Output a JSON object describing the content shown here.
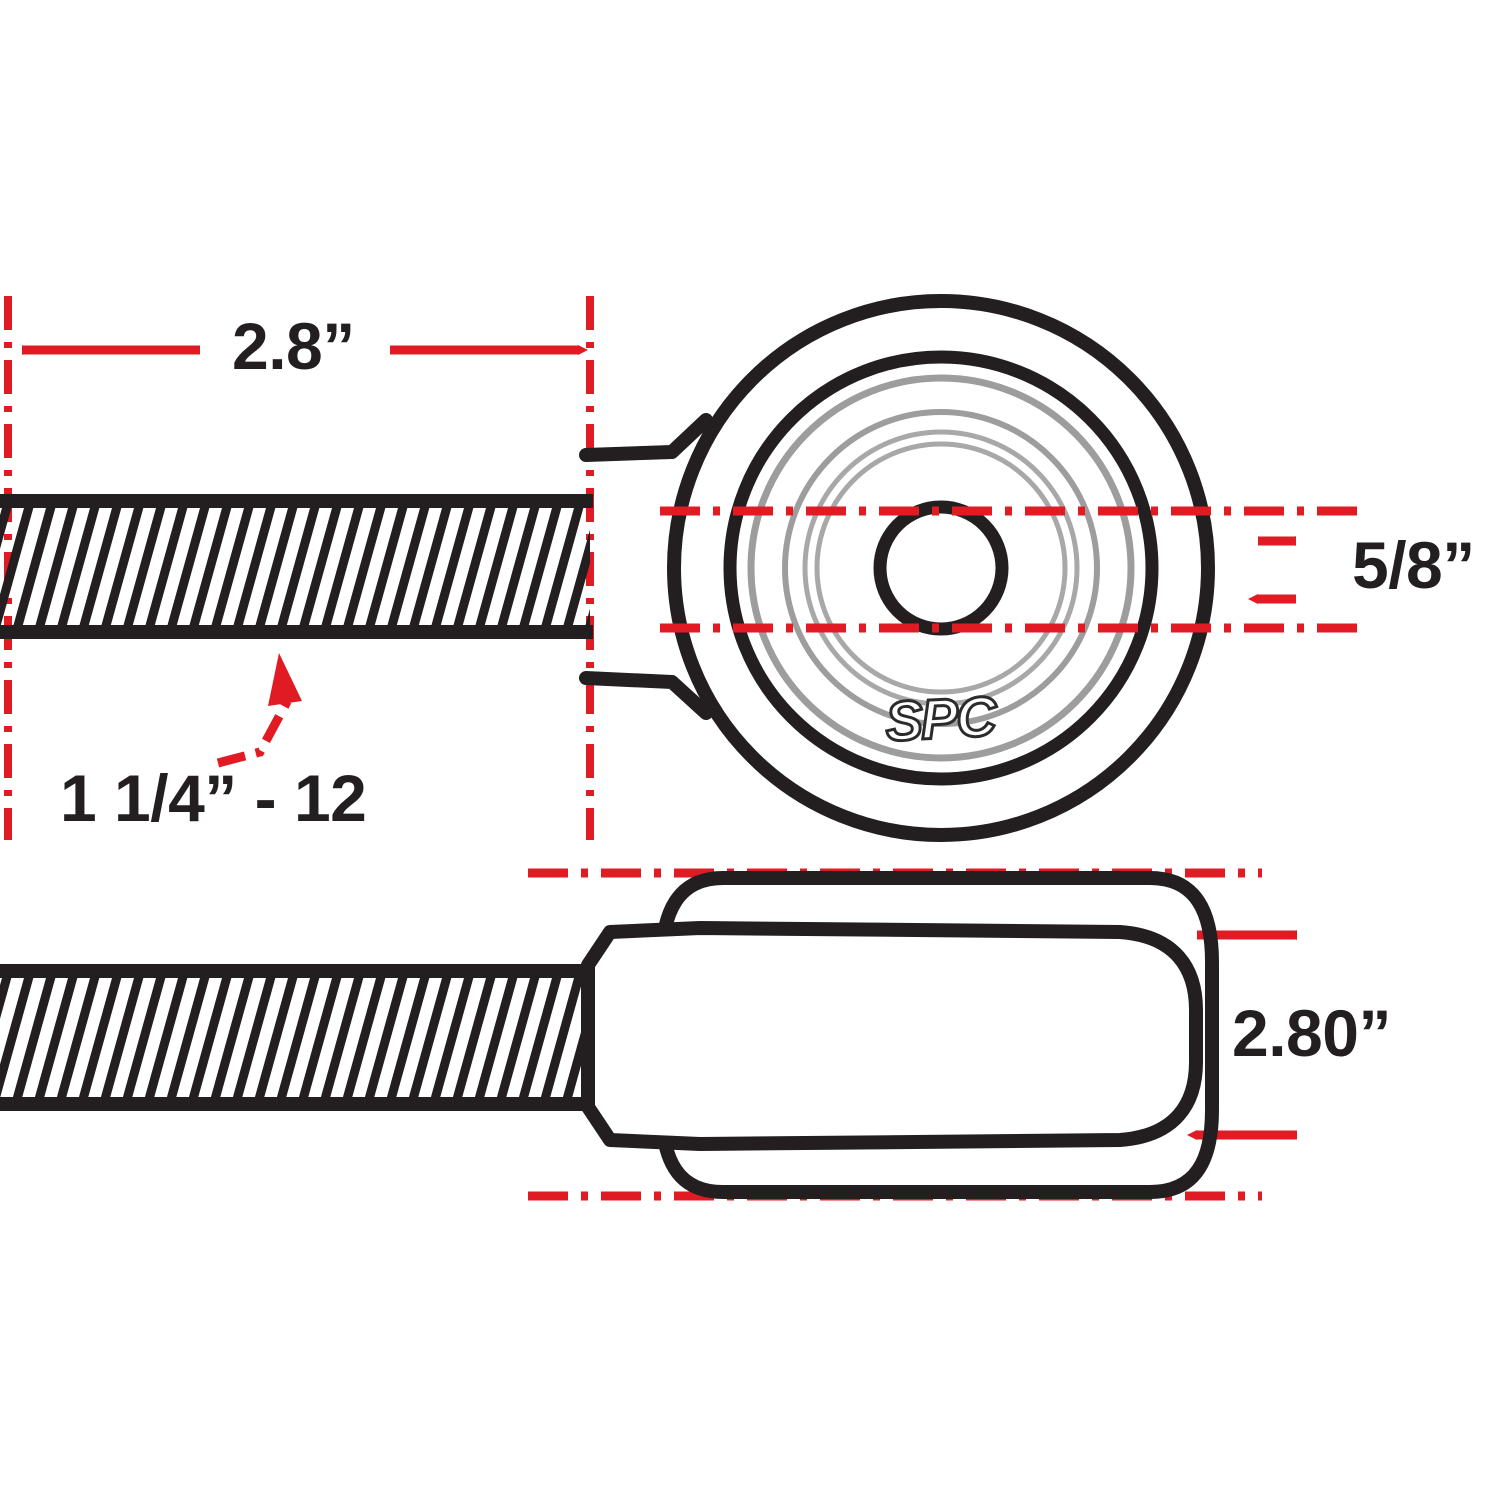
{
  "drawing": {
    "title": "SPC Rod End Dimensional Drawing",
    "brand": "SPC",
    "colors": {
      "line": "#231f20",
      "dimension": "#e01b24",
      "detail": "#9d9d9d",
      "background": "#ffffff"
    },
    "views": [
      {
        "name": "front-view",
        "description": "Front view of rod end showing threaded shank and circular bearing housing"
      },
      {
        "name": "side-view",
        "description": "Side view of rod end showing threaded shank and housing profile"
      }
    ]
  },
  "dimensions": {
    "shank_length": {
      "label": "2.8”",
      "orientation": "horizontal",
      "view": "front-view"
    },
    "thread_spec": {
      "label": "1 1/4” - 12",
      "orientation": "leader",
      "view": "front-view"
    },
    "bore_diameter": {
      "label": "5/8”",
      "orientation": "vertical",
      "view": "front-view"
    },
    "housing_width": {
      "label": "2.80”",
      "orientation": "vertical",
      "view": "side-view"
    }
  },
  "logo": {
    "text": "SPC"
  }
}
